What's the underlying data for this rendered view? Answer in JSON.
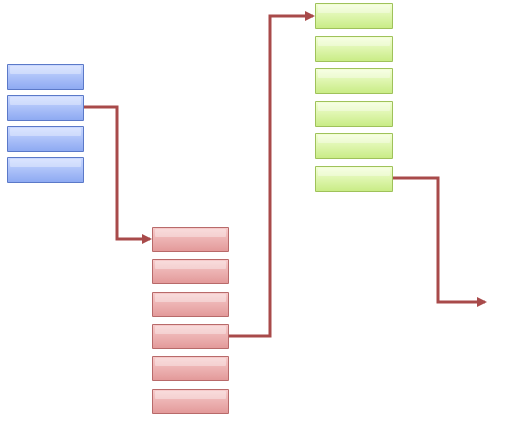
{
  "diagram": {
    "colors": {
      "blue_fill": "#a9bff7",
      "red_fill": "#edb3b3",
      "green_fill": "#ddf5a8",
      "arrow": "#a84a4a"
    },
    "blocks": [
      {
        "id": "blue",
        "cells": 4,
        "connector_from_cell": 1
      },
      {
        "id": "red",
        "cells": 6,
        "connector_from_cell": 3,
        "connector_into_cell": 0
      },
      {
        "id": "green",
        "cells": 6,
        "connector_from_cell": 5,
        "connector_into_cell": 0
      }
    ],
    "connectors": [
      {
        "from": "blue",
        "to": "red"
      },
      {
        "from": "red",
        "to": "green"
      },
      {
        "from": "green",
        "to": "off-diagram"
      }
    ]
  }
}
